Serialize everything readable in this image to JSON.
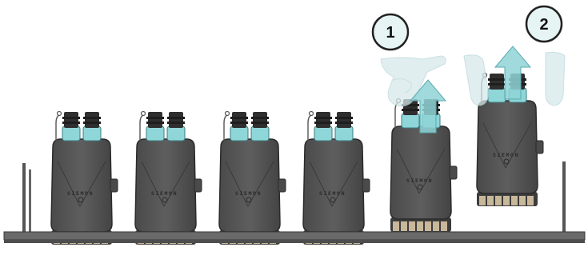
{
  "callouts": [
    {
      "label": "1"
    },
    {
      "label": "2"
    }
  ],
  "module": {
    "brand_text": "SIEMON"
  },
  "colors": {
    "module_body": "#555555",
    "module_body_dark": "#3a3a3a",
    "connector_cap": "#2f2f2f",
    "adapter_aqua": "#8fd6d8",
    "arrow_fill": "#8fd3d6",
    "hand_fill": "#d6e9ec",
    "callout_fill": "#e6f4f4",
    "rail": "#6a6a6a",
    "rear_connectors": "#c9b79a"
  },
  "icons": [
    "upward-arrow-icon",
    "hand-icon",
    "callout-circle-icon"
  ]
}
